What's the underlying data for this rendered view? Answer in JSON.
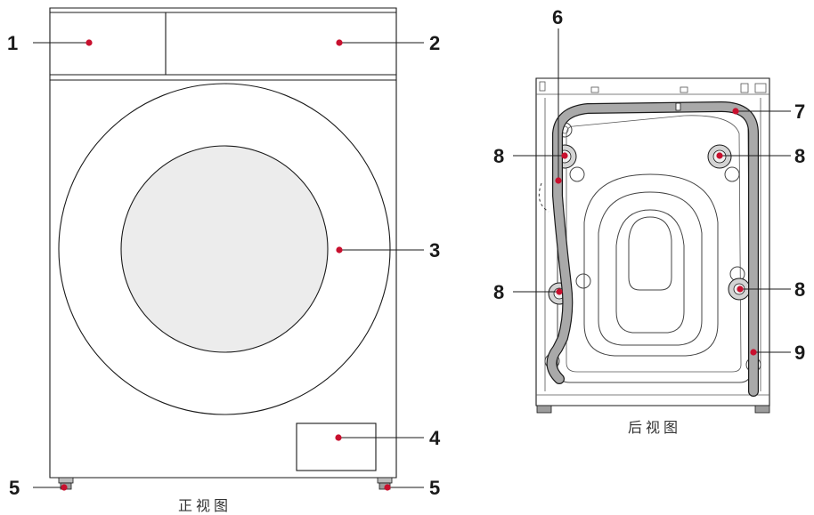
{
  "colors": {
    "callout_dot": "#c8102e",
    "outline": "#1a1a1a",
    "hose_fill": "#a9a9a9",
    "door_glass": "#ececec"
  },
  "front_view": {
    "caption": "正视图",
    "callouts": [
      {
        "number": "1"
      },
      {
        "number": "2"
      },
      {
        "number": "3"
      },
      {
        "number": "4"
      },
      {
        "number": "5"
      },
      {
        "number": "5"
      }
    ]
  },
  "rear_view": {
    "caption": "后视图",
    "callouts": [
      {
        "number": "6"
      },
      {
        "number": "7"
      },
      {
        "number": "8"
      },
      {
        "number": "8"
      },
      {
        "number": "8"
      },
      {
        "number": "8"
      },
      {
        "number": "9"
      }
    ]
  }
}
